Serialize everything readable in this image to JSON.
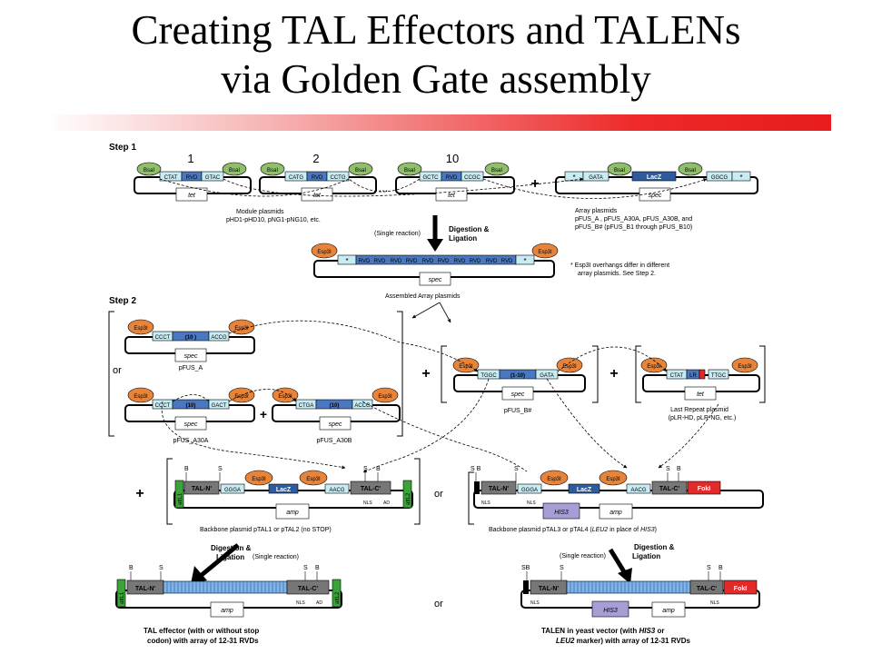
{
  "slide": {
    "title_line1": "Creating TAL Effectors and TALENs",
    "title_line2": "via Golden Gate assembly"
  },
  "colors": {
    "title_bar": "#e81c1c",
    "bsai": "#8fbf6a",
    "esp3i": "#e8843a",
    "rvd_blue": "#4a78c0",
    "lacz_blue": "#2f5c9e",
    "overhang_cyan": "#c8ecf4",
    "fokl_red": "#e22a2a",
    "att_green": "#3aa33a",
    "his3_purple": "#a69fd6"
  },
  "diagram": {
    "step1": {
      "label": "Step 1",
      "module_numbers": [
        "1",
        "2",
        "10"
      ],
      "ellipsis": "...",
      "plus": "+",
      "bsai": "BsaI",
      "tet": "tet",
      "spec": "spec",
      "rvd": "RVD",
      "modules": [
        {
          "left": "CTAT",
          "right": "GTAC"
        },
        {
          "left": "CATG",
          "right": "CCTG"
        },
        {
          "left": "GCTC",
          "right": "CCGC"
        }
      ],
      "array_left": "GATA",
      "array_right": "GGCG",
      "lacz": "LacZ",
      "star": "*",
      "module_caption1": "Module plasmids",
      "module_caption2": "pHD1-pHD10, pNG1-pNG10, etc.",
      "array_caption1": "Array plasmids",
      "array_caption2": "pFUS_A , pFUS_A30A, pFUS_A30B, and",
      "array_caption3": "pFUS_B# (pFUS_B1 through pFUS_B10)",
      "single_reaction": "(Single reaction)",
      "digestion1": "Digestion &",
      "ligation1": "Ligation",
      "esp3i": "Esp3I",
      "assembled_caption": "Assembled Array plasmids",
      "note_line1": "*  Esp3I overhangs differ in different",
      "note_line2": "array plasmids. See Step 2."
    },
    "step2": {
      "label": "Step 2",
      "or": "or",
      "plus": "+",
      "pfus_a": {
        "left": "CCCT",
        "mid": "(10 )",
        "right": "ACCG",
        "name": "pFUS_A"
      },
      "pfus_a30a": {
        "left": "CCCT",
        "mid": "(10)",
        "right": "GACT",
        "name": "pFUS_A30A"
      },
      "pfus_a30b": {
        "left": "CTGA",
        "mid": "(10)",
        "right": "ACCG",
        "name": "pFUS_A30B"
      },
      "pfus_b": {
        "left": "TGGC",
        "mid": "(1-10)",
        "right": "GATA",
        "name": "pFUS_B#"
      },
      "last_repeat": {
        "left": "CTAT",
        "mid": "LR",
        "right": "TTGC",
        "name": "Last Repeat plasmid",
        "sub": "(pLR-HD, pLR-NG, etc.)"
      },
      "backbone1": {
        "b": "B",
        "s": "S",
        "tal_n": "TAL-N'",
        "ggga": "GGGA",
        "lacz": "LacZ",
        "aacg": "AACG",
        "tal_c": "TAL-C'",
        "nls": "NLS",
        "ad": "AD",
        "attl1": "attL1",
        "attl2": "attL2",
        "amp": "amp",
        "caption": "Backbone plasmid pTAL1 or pTAL2 (no STOP)"
      },
      "backbone2": {
        "sb": "S B",
        "s": "S",
        "tal_n": "TAL-N'",
        "nls": "NLS",
        "ggga": "GGGA",
        "lacz": "LacZ",
        "aacg": "AACG",
        "tal_c": "TAL-C'",
        "fokl": "FokI",
        "his3": "HIS3",
        "amp": "amp",
        "caption_pre": "Backbone plasmid pTAL3 or pTAL4 (",
        "caption_it1": "LEU2",
        "caption_mid": " in place of ",
        "caption_it2": "HIS3",
        "caption_post": ")"
      },
      "digestion": "Digestion &",
      "ligation": "Ligation",
      "single_reaction": "(Single reaction)",
      "final1": {
        "b": "B",
        "s": "S",
        "tal_n": "TAL-N'",
        "tal_c": "TAL-C'",
        "nls": "NLS",
        "ad": "AD",
        "attl1": "attL1",
        "attl2": "attL2",
        "amp": "amp",
        "caption1": "TAL effector (with or without stop",
        "caption2": "codon) with array of 12-31 RVDs"
      },
      "final2": {
        "sb": "SB",
        "s": "S",
        "tal_n": "TAL-N'",
        "tal_c": "TAL-C'",
        "nls": "NLS",
        "fokl": "FokI",
        "his3": "HIS3",
        "amp": "amp",
        "caption1_pre": "TALEN in yeast vector (with ",
        "caption1_it": "HIS3",
        "caption1_post": " or",
        "caption2_it": "LEU2",
        "caption2_post": " marker) with array of 12-31 RVDs"
      }
    }
  }
}
